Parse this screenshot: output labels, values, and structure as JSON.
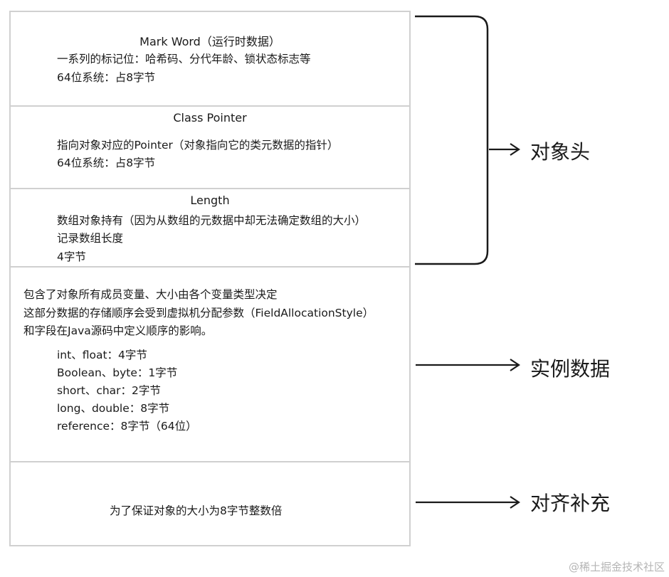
{
  "header": {
    "label": "对象头",
    "mark_word": {
      "title": "Mark Word（运行时数据）",
      "lines": [
        "一系列的标记位：哈希码、分代年龄、锁状态标志等",
        "64位系统：占8字节"
      ]
    },
    "class_pointer": {
      "title": "Class Pointer",
      "lines": [
        "指向对象对应的Pointer（对象指向它的类元数据的指针）",
        "64位系统：占8字节"
      ]
    },
    "length": {
      "title": "Length",
      "lines": [
        "数组对象持有（因为从数组的元数据中却无法确定数组的大小）",
        "记录数组长度",
        "4字节"
      ]
    }
  },
  "instance": {
    "label": "实例数据",
    "desc": [
      "包含了对象所有成员变量、大小由各个变量类型决定",
      "这部分数据的存储顺序会受到虚拟机分配参数（FieldAllocationStyle）",
      "和字段在Java源码中定义顺序的影响。"
    ],
    "types": [
      "int、float：4字节",
      "Boolean、byte：1字节",
      "short、char：2字节",
      "long、double：8字节",
      "reference：8字节（64位）"
    ]
  },
  "padding": {
    "label": "对齐补充",
    "text": "为了保证对象的大小为8字节整数倍"
  },
  "watermark": "@稀土掘金技术社区"
}
